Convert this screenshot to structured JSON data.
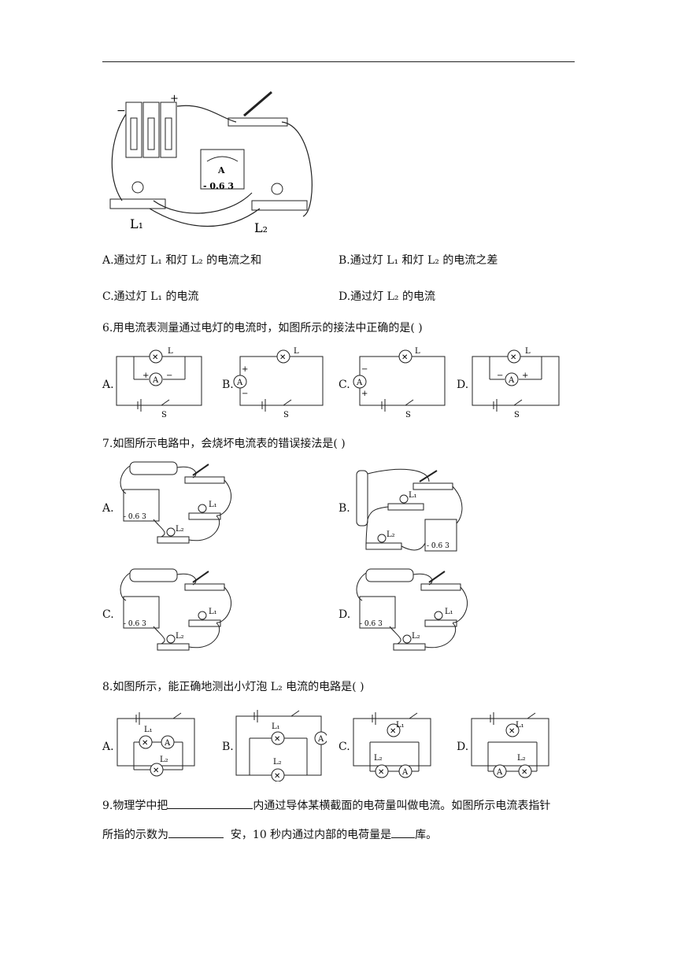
{
  "q5": {
    "figure_labels": {
      "minus": "−",
      "plus": "+",
      "ammeter": "A",
      "scale": "- 0.6  3",
      "l1": "L₁",
      "l2": "L₂"
    },
    "options": {
      "a": "A.通过灯 L₁ 和灯 L₂ 的电流之和",
      "b": "B.通过灯 L₁ 和灯 L₂ 的电流之差",
      "c": "C.通过灯 L₁ 的电流",
      "d": "D.通过灯 L₂ 的电流"
    }
  },
  "q6": {
    "stem": "6.用电流表测量通过电灯的电流时，如图所示的接法中正确的是(      )",
    "options": {
      "a": "A.",
      "b": "B.",
      "c": "C.",
      "d": "D."
    },
    "lamp_label": "L",
    "switch_label": "S",
    "ammeter_label": "A"
  },
  "q7": {
    "stem": "7.如图所示电路中，会烧坏电流表的错误接法是(      )",
    "options": {
      "a": "A.",
      "b": "B.",
      "c": "C.",
      "d": "D."
    },
    "l1": "L₁",
    "l2": "L₂",
    "scale": "- 0.6 3"
  },
  "q8": {
    "stem": "8.如图所示，能正确地测出小灯泡 L₂ 电流的电路是(      )",
    "options": {
      "a": "A.",
      "b": "B.",
      "c": "C.",
      "d": "D."
    },
    "l1": "L₁",
    "l2": "L₂",
    "ammeter_label": "A"
  },
  "q9": {
    "part1": "9.物理学中把",
    "part2": "内通过导体某横截面的电荷量叫做电流。如图所示电流表指针",
    "part3": "所指的示数为",
    "part4": "安，10 秒内通过内部的电荷量是",
    "part5": "库。"
  }
}
